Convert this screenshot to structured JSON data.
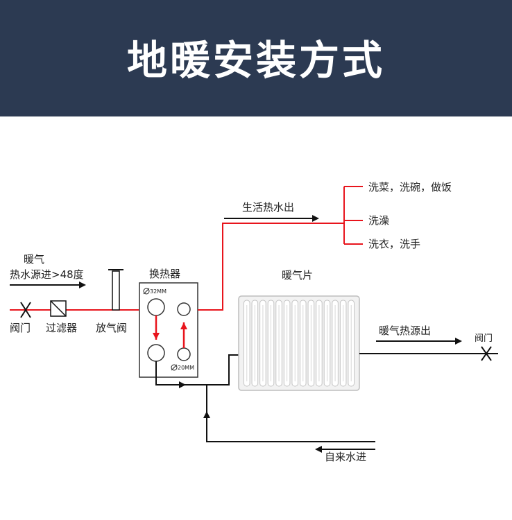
{
  "header": {
    "title": "地暖安装方式"
  },
  "labels": {
    "heating_in_line1": "暖气",
    "heating_in_line2": "热水源进>48度",
    "valve_left": "阀门",
    "filter": "过滤器",
    "air_valve": "放气阀",
    "heat_exchanger": "换热器",
    "size_32": "32MM",
    "size_20": "20MM",
    "hot_water_out": "生活热水出",
    "use_1": "洗菜，洗碗，做饭",
    "use_2": "洗澡",
    "use_3": "洗衣，洗手",
    "radiator": "暖气片",
    "heating_out": "暖气热源出",
    "valve_right": "阀门",
    "tap_water_in": "自来水进"
  },
  "colors": {
    "header_bg": "#2c3a52",
    "hot_line": "#e8141c",
    "cold_line": "#111111",
    "radiator": "#f2f2f2"
  }
}
